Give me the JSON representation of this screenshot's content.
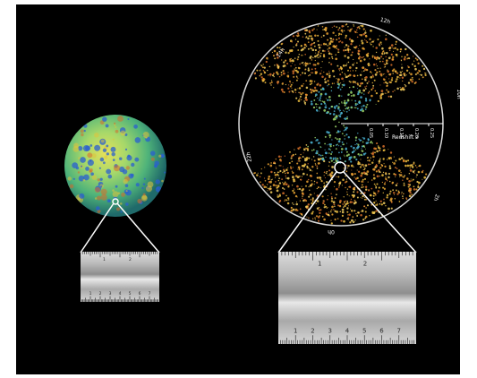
{
  "survey": {
    "hour_labels": [
      "12h",
      "14h",
      "10h",
      "22h",
      "0h",
      "2h"
    ],
    "redshift_label": "Redshift z",
    "redshift_ticks": [
      "0.05",
      "0.10",
      "0.15",
      "0.20",
      "0.25"
    ]
  },
  "small_ruler": {
    "top_numbers": [
      "1",
      "2"
    ],
    "bottom_numbers": [
      "1",
      "2",
      "3",
      "4",
      "5",
      "6",
      "7"
    ]
  },
  "large_ruler": {
    "top_numbers": [
      "1",
      "2"
    ],
    "bottom_numbers": [
      "1",
      "2",
      "3",
      "4",
      "5",
      "6",
      "7"
    ]
  },
  "colors": {
    "background": "#000000",
    "cmb_base": "#7fcf6a",
    "filament_warm": "#e8a030",
    "filament_cool": "#4ab0d0",
    "ruler_metal": "#c9c9c9"
  }
}
